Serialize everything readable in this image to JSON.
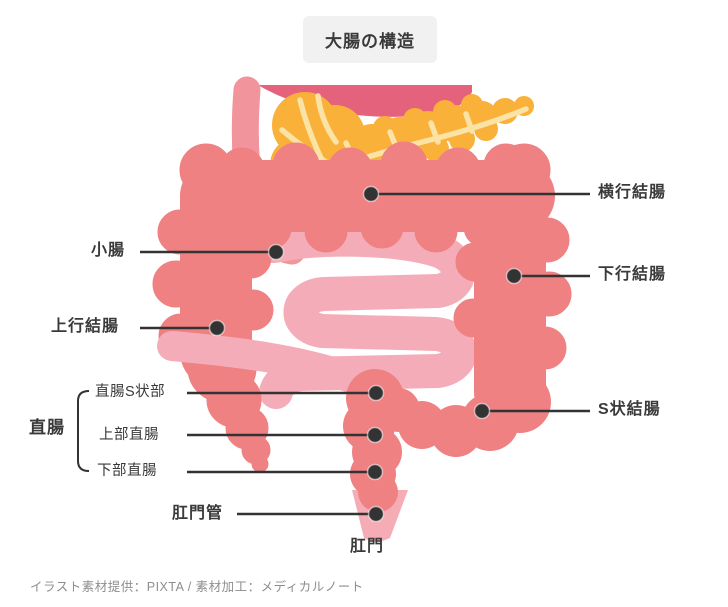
{
  "title": "大腸の構造",
  "labels": {
    "transverse_colon": "横行結腸",
    "small_intestine": "小腸",
    "descending_colon": "下行結腸",
    "ascending_colon": "上行結腸",
    "sigmoid_colon": "S状結腸",
    "rectum": "直腸",
    "rectosigmoid": "直腸S状部",
    "upper_rectum": "上部直腸",
    "lower_rectum": "下部直腸",
    "anal_canal": "肛門管",
    "anus": "肛門"
  },
  "footer": {
    "credit": "イラスト素材提供：PIXTA / 素材加工：メディカルノート"
  },
  "colors": {
    "colon": "#EF8183",
    "small_intestine": "#F4ADB8",
    "duodenum": "#F2949C",
    "pancreas": "#F9B13A",
    "vessel": "#FBE3A6",
    "stomach": "#E5627D",
    "anal_canal": "#F5ACB4",
    "line": "#333333",
    "label_text": "#3A3A3A",
    "title_bg": "#F1F1F1",
    "footer_text": "#8E8E8E"
  }
}
